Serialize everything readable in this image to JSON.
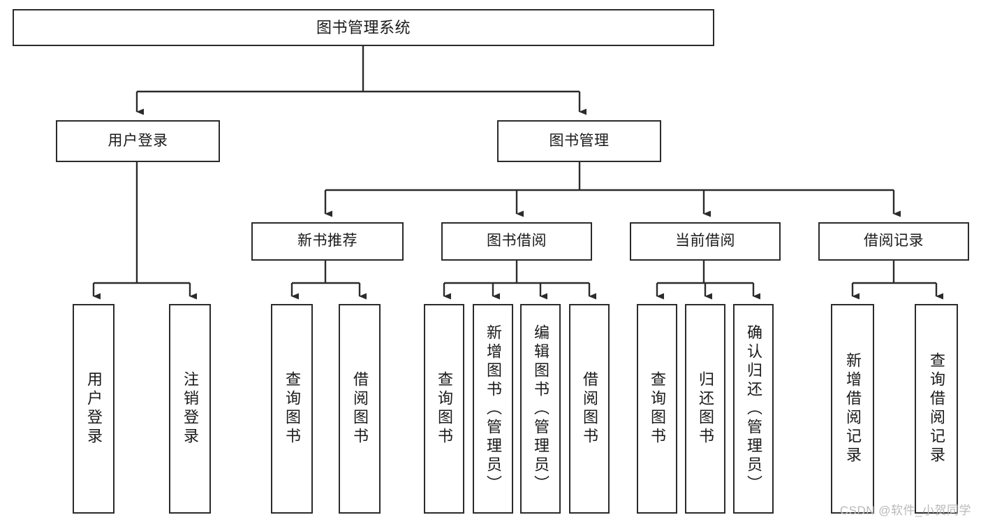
{
  "diagram": {
    "type": "tree-hierarchy",
    "title": "图书管理系统",
    "orientation": "top-down",
    "colors": {
      "box_border": "#2b2b2b",
      "box_fill": "#ffffff",
      "connector": "#2b2b2b",
      "text": "#1a1a1a",
      "watermark": "#b9b9b9",
      "background": "#ffffff"
    },
    "root": {
      "label": "图书管理系统"
    },
    "level2": [
      {
        "label": "用户登录"
      },
      {
        "label": "图书管理"
      }
    ],
    "level3": [
      {
        "label": "新书推荐"
      },
      {
        "label": "图书借阅"
      },
      {
        "label": "当前借阅"
      },
      {
        "label": "借阅记录"
      }
    ],
    "leaves": {
      "user_login": [
        {
          "label": "用户登录"
        },
        {
          "label": "注销登录"
        }
      ],
      "new_book": [
        {
          "label": "查询图书"
        },
        {
          "label": "借阅图书"
        }
      ],
      "book_borrow": [
        {
          "label": "查询图书"
        },
        {
          "label": "新增图书（管理员）"
        },
        {
          "label": "编辑图书（管理员）"
        },
        {
          "label": "借阅图书"
        }
      ],
      "current_borrow": [
        {
          "label": "查询图书"
        },
        {
          "label": "归还图书"
        },
        {
          "label": "确认归还（管理员）"
        }
      ],
      "borrow_record": [
        {
          "label": "新增借阅记录"
        },
        {
          "label": "查询借阅记录"
        }
      ]
    }
  },
  "watermark": {
    "text": "CSDN @软件_小贺同学"
  }
}
